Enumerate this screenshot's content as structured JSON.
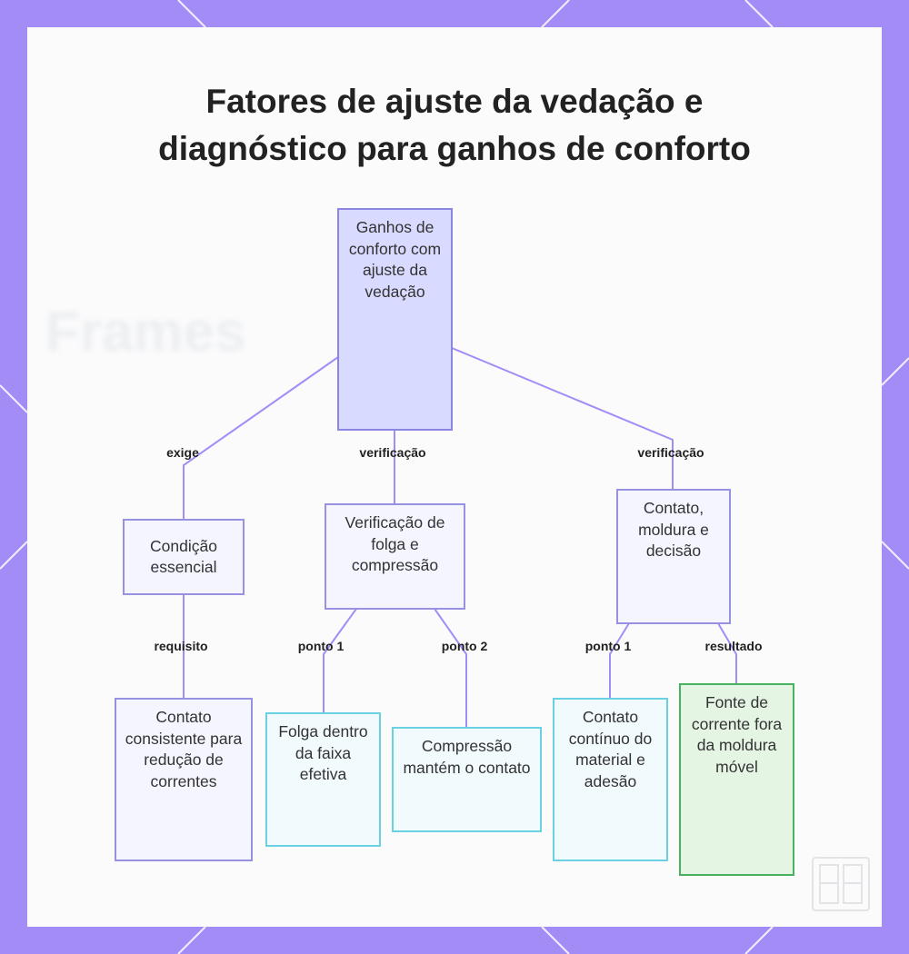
{
  "title": {
    "line1": "Fatores de ajuste da vedação e",
    "line2": "diagnóstico para ganhos de conforto"
  },
  "background_watermark": {
    "text": "Frames"
  },
  "nodes": {
    "root": "Ganhos de conforto com ajuste da vedação",
    "essential": "Condição essencial",
    "gap_check": "Verificação de folga e compressão",
    "contact_frame": "Contato, moldura e decisão",
    "consistent_contact": "Contato consistente para redução de correntes",
    "gap_range": "Folga dentro da faixa efetiva",
    "compression": "Compressão mantém o contato",
    "continuous_contact": "Contato contínuo do material e adesão",
    "draft_source": "Fonte de corrente fora da moldura móvel"
  },
  "edges": {
    "requires": "exige",
    "check_left": "verificação",
    "check_right": "verificação",
    "requirement": "requisito",
    "point1_left": "ponto 1",
    "point2": "ponto 2",
    "point1_right": "ponto 1",
    "result": "resultado"
  },
  "colors": {
    "border_background": "#a48cf7",
    "card_background": "#fbfbfc",
    "connector": "#a48cf7",
    "root_fill": "#d8daff",
    "purple_border": "#8b86e0",
    "cyan_border": "#6ad1e3",
    "green_fill": "#e5f5e4",
    "green_border": "#49b261"
  },
  "icons": [
    "window-icon"
  ]
}
